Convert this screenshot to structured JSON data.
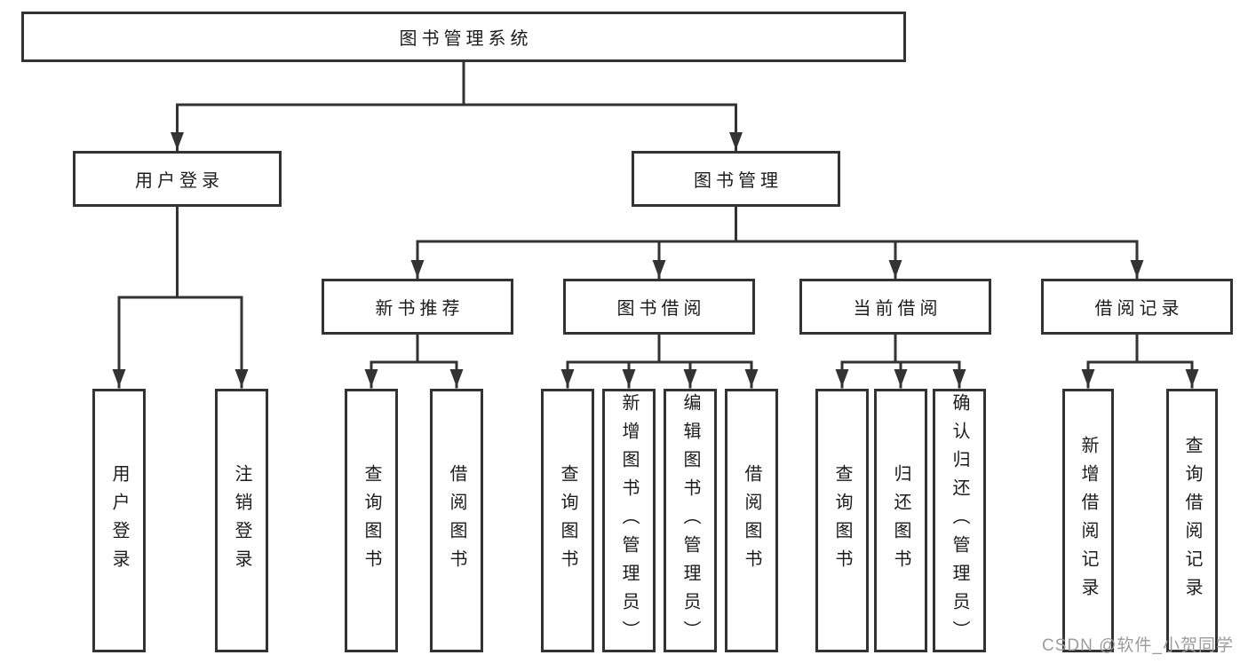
{
  "diagram": {
    "title": "图书管理系统",
    "branches": [
      {
        "label": "用户登录",
        "leaves": [
          {
            "label": "用户登录"
          },
          {
            "label": "注销登录"
          }
        ]
      },
      {
        "label": "图书管理",
        "groups": [
          {
            "label": "新书推荐",
            "leaves": [
              {
                "label": "查询图书"
              },
              {
                "label": "借阅图书"
              }
            ]
          },
          {
            "label": "图书借阅",
            "leaves": [
              {
                "label": "查询图书"
              },
              {
                "label": "新增图书（管理员）"
              },
              {
                "label": "编辑图书（管理员）"
              },
              {
                "label": "借阅图书"
              }
            ]
          },
          {
            "label": "当前借阅",
            "leaves": [
              {
                "label": "查询图书"
              },
              {
                "label": "归还图书"
              },
              {
                "label": "确认归还（管理员）"
              }
            ]
          },
          {
            "label": "借阅记录",
            "leaves": [
              {
                "label": "新增借阅记录"
              },
              {
                "label": "查询借阅记录"
              }
            ]
          }
        ]
      }
    ]
  },
  "watermark": {
    "text": "CSDN @软件_小贺同学"
  },
  "colors": {
    "line": "#333333",
    "box_border": "#333333",
    "text": "#1c1c1c",
    "watermark": "#9c9c9c",
    "background": "#ffffff"
  }
}
